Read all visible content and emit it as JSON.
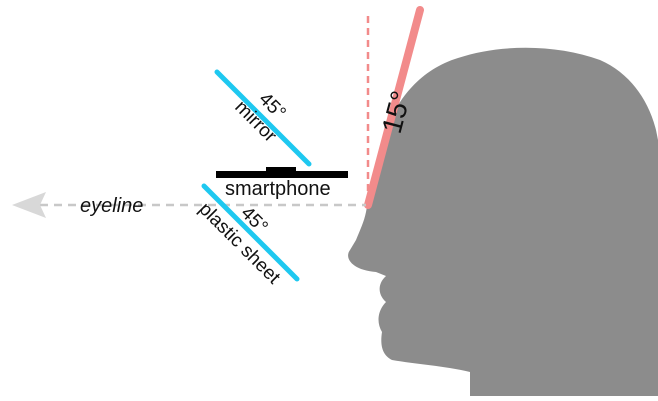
{
  "labels": {
    "eyeline": "eyeline",
    "mirror_angle": "45°",
    "mirror": "mirror",
    "smartphone": "smartphone",
    "sheet_angle": "45°",
    "plastic_sheet": "plastic sheet",
    "tilt_angle": "15°"
  },
  "colors": {
    "head": "#8c8c8c",
    "mirror": "#1ec8f0",
    "plastic_sheet": "#1ec8f0",
    "tilt_line": "#f28b8b",
    "vertical_reference": "#f28b8b",
    "smartphone": "#000000",
    "eyeline": "#c8c8c8"
  }
}
